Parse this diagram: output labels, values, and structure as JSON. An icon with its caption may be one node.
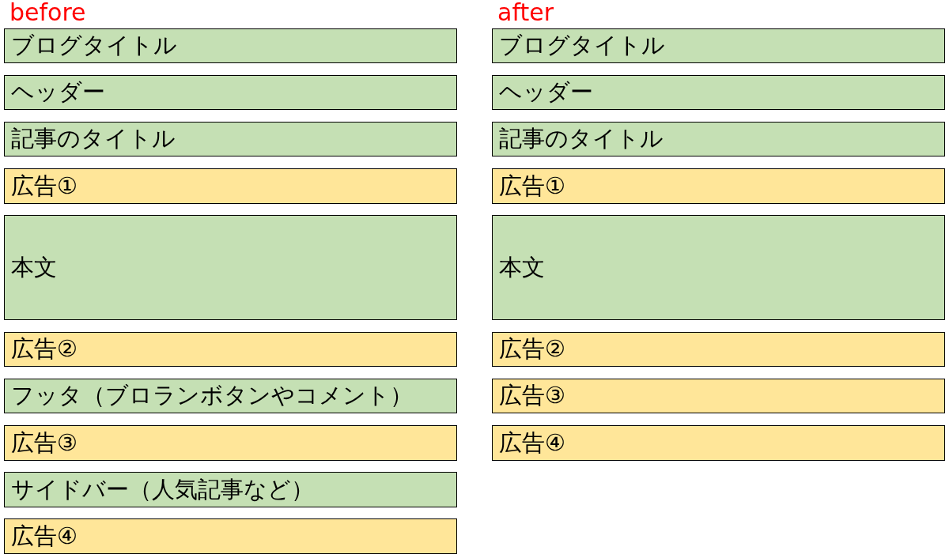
{
  "diagram": {
    "nodes": [
      {
        "text": [
          "ブログタイトル"
        ]
      },
      {
        "text": [
          "ヘッダー"
        ]
      },
      {
        "text": [
          "記事のタイトル"
        ]
      },
      {
        "text": [
          "広告①"
        ]
      },
      {
        "text": [
          "本文"
        ]
      },
      {
        "text": [
          "広告②"
        ]
      },
      {
        "text": [
          "フッタ（ブロランボタンやコメント）"
        ]
      },
      {
        "text": [
          "広告③"
        ]
      },
      {
        "text": [
          "サイドバー（人気記事など）"
        ]
      },
      {
        "text": [
          "広告④"
        ]
      },
      {
        "text": [
          "ブログタイトル"
        ]
      },
      {
        "text": [
          "ヘッダー"
        ]
      },
      {
        "text": [
          "記事のタイトル"
        ]
      },
      {
        "text": [
          "広告①"
        ]
      },
      {
        "text": [
          "本文"
        ]
      },
      {
        "text": [
          "広告②"
        ]
      },
      {
        "text": [
          "広告③"
        ]
      },
      {
        "text": [
          "広告④"
        ]
      }
    ],
    "labels": [
      "before",
      "after"
    ]
  }
}
